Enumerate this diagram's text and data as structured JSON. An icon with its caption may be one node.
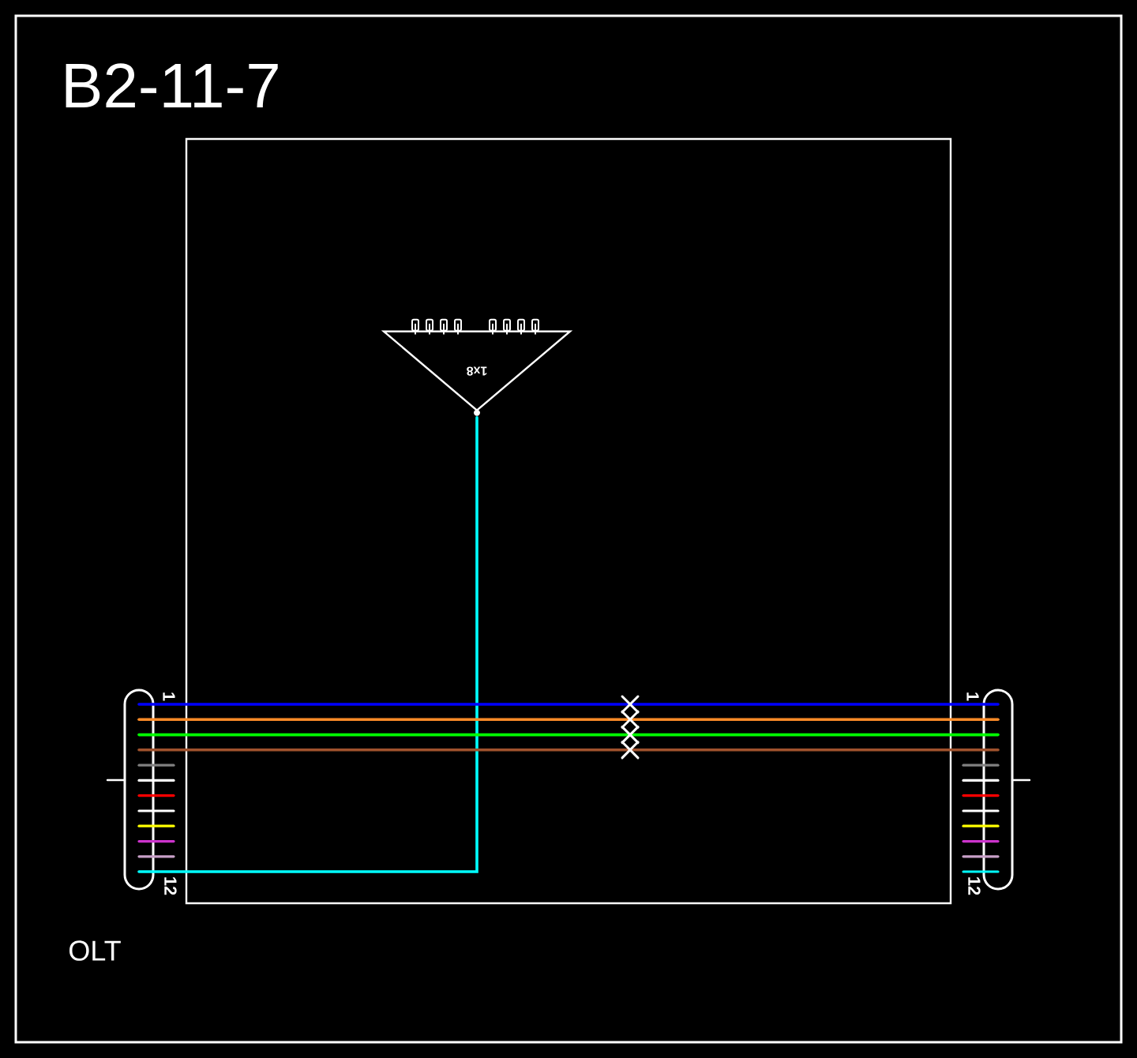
{
  "diagram": {
    "title": "B2-11-7",
    "nodes": [
      {
        "text": [],
        "shape": "box"
      },
      {
        "text": [
          "1x8"
        ],
        "in": 0
      },
      {
        "text": [],
        "shape": "box"
      },
      {
        "text": [],
        "shape": "box"
      }
    ],
    "edges": [
      {
        "from": 2,
        "to": 1,
        "arrow": "none",
        "color": "#00ffff"
      },
      {
        "from": 2,
        "to": 3,
        "arrow": "none",
        "color": "#0000ff"
      },
      {
        "from": 2,
        "to": 3,
        "arrow": "none",
        "color": "#ff8c28"
      },
      {
        "from": 2,
        "to": 3,
        "arrow": "none",
        "color": "#00ff00"
      },
      {
        "from": 2,
        "to": 3,
        "arrow": "none",
        "color": "#a0522d"
      }
    ],
    "labels": [
      "OLT",
      "1",
      "12",
      "1",
      "12"
    ]
  }
}
